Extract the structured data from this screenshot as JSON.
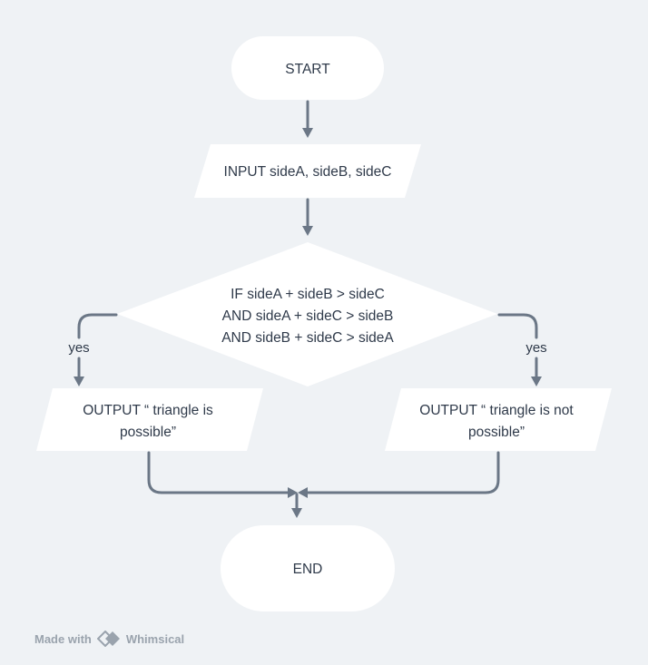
{
  "diagram": {
    "nodes": {
      "start": "START",
      "input": "INPUT sideA, sideB, sideC",
      "condition": [
        "IF sideA + sideB > sideC",
        "AND sideA + sideC > sideB",
        "AND sideB + sideC > sideA"
      ],
      "output_left": [
        "OUTPUT “ triangle is",
        "possible”"
      ],
      "output_right": [
        "OUTPUT “ triangle is not",
        "possible”"
      ],
      "end": "END"
    },
    "edge_labels": {
      "left": "yes",
      "right": "yes"
    }
  },
  "footer": {
    "made_with": "Made with",
    "brand": "Whimsical",
    "logo_icon": "whimsical-logo-icon"
  },
  "colors": {
    "background": "#eff2f5",
    "shape_fill": "#ffffff",
    "connector": "#6b7786",
    "text": "#2f3a4a",
    "footer_text": "#9aa3ad"
  }
}
